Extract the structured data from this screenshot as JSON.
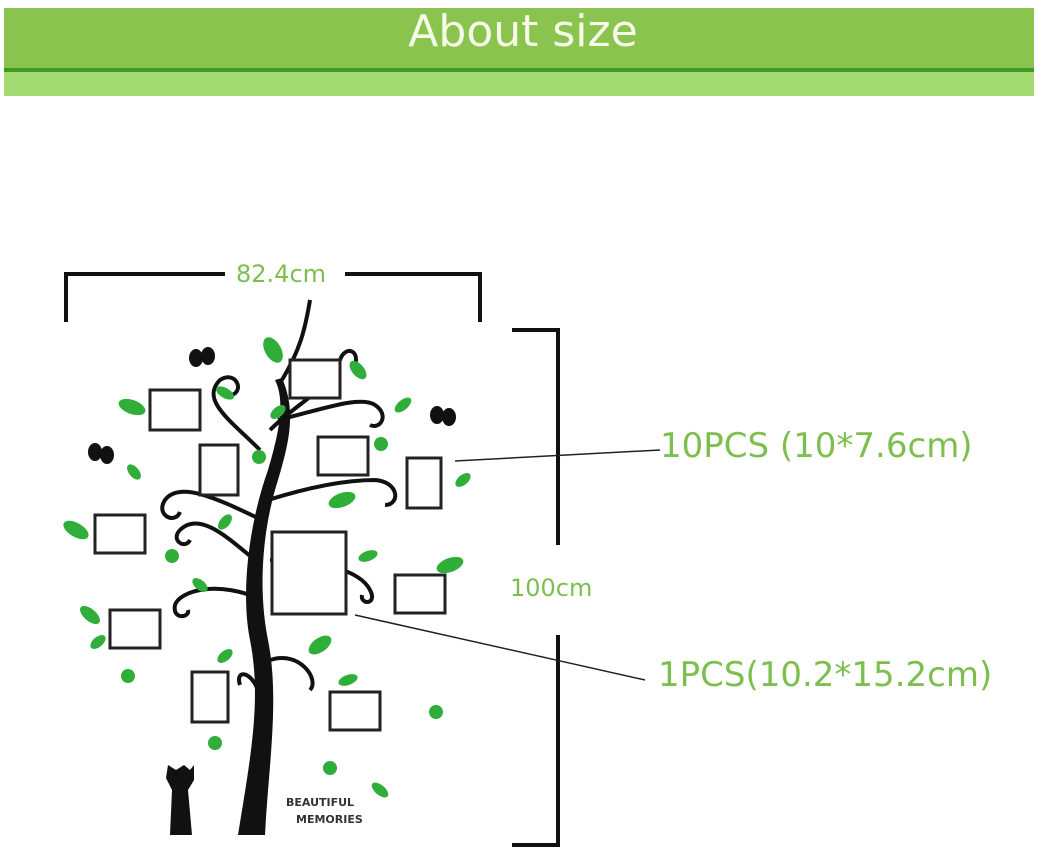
{
  "header": {
    "title": "About size"
  },
  "dimensions": {
    "width": "82.4cm",
    "height": "100cm",
    "small_frames": "10PCS (10*7.6cm)",
    "large_frame": "1PCS(10.2*15.2cm)"
  },
  "artwork": {
    "caption_line1": "BEAUTIFUL",
    "caption_line2": "MEMORIES"
  },
  "colors": {
    "accent": "#8bc34f",
    "leaf": "#2fae3a",
    "label": "#7dbf4f"
  }
}
